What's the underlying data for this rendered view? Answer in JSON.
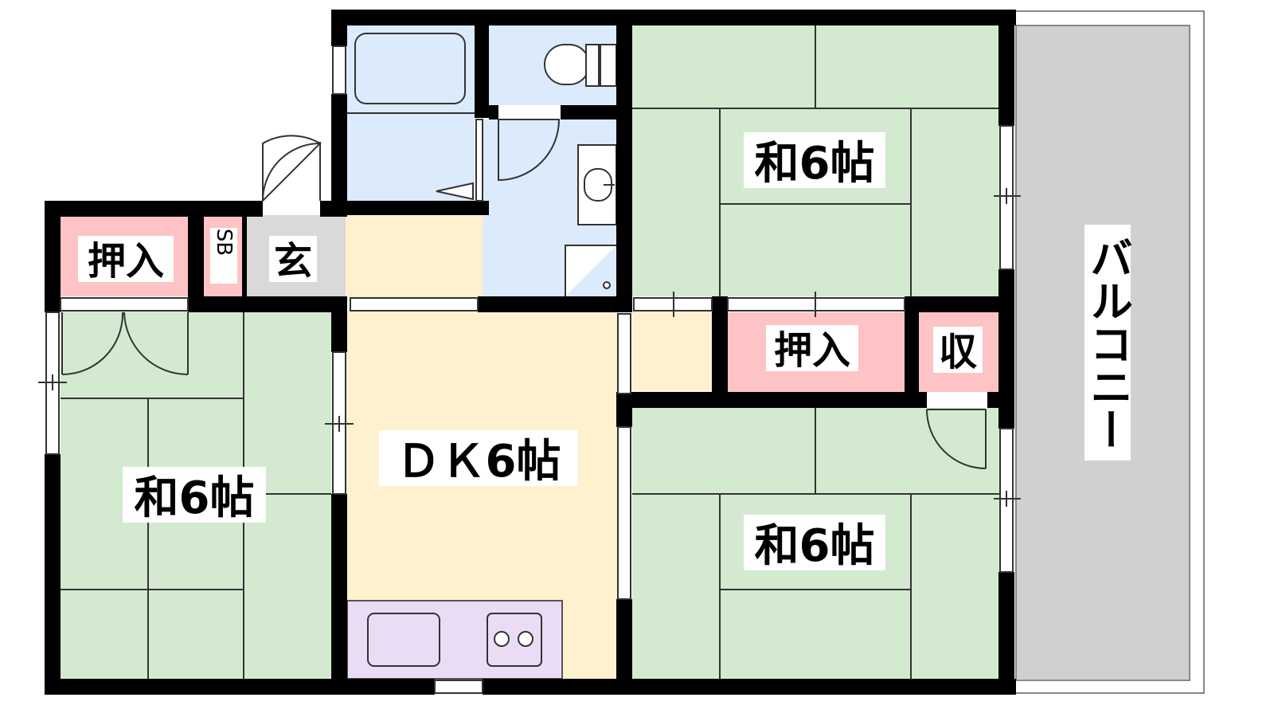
{
  "rooms": {
    "washitsu_left": "和6帖",
    "washitsu_top_right": "和6帖",
    "washitsu_bottom_right": "和6帖",
    "dk": "ＤＫ6帖"
  },
  "storage": {
    "oshiire_left": "押入",
    "oshiire_mid": "押入",
    "shuno": "収",
    "shoe_box": "SB"
  },
  "entrance": "玄",
  "balcony": "バルコニー",
  "colors": {
    "tatami": "#d3ead0",
    "dk_floor": "#fdf1d0",
    "wet_area": "#dcebfc",
    "storage": "#fdc3c5",
    "entrance": "#d9d9d9",
    "balcony": "#d0d0d0",
    "kitchen": "#eadcf4",
    "wall": "#000000"
  }
}
